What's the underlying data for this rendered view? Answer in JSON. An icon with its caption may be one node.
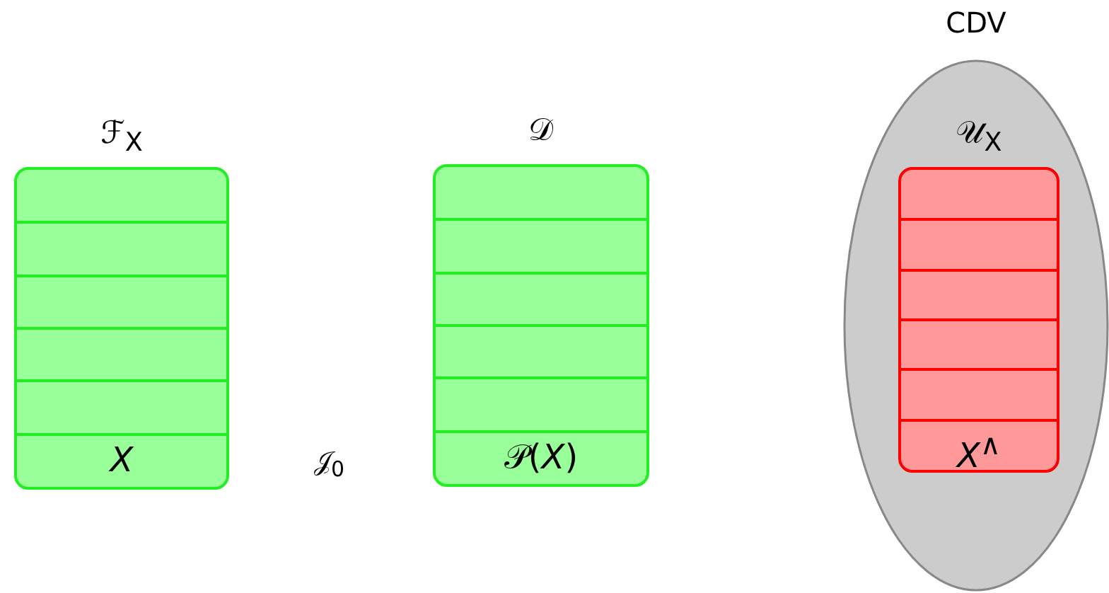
{
  "diagram": {
    "nodes": [
      {
        "text": [
          "ℱ$_{X}$",
          "*X*"
        ]
      },
      {
        "text": [
          "𝒟",
          "𝒫(*X*)"
        ]
      },
      {
        "text": [
          "CDV"
        ]
      },
      {
        "text": [
          "𝒰$_{X}$",
          "*X*$^{∧}$"
        ],
        "in": 2
      }
    ],
    "labels": [
      "𝒥$_{0}$"
    ]
  }
}
